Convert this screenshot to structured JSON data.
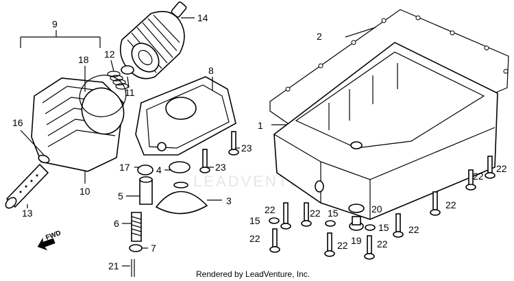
{
  "callouts": [
    {
      "id": "c1",
      "label": "1"
    },
    {
      "id": "c2",
      "label": "2"
    },
    {
      "id": "c3",
      "label": "3"
    },
    {
      "id": "c4",
      "label": "4"
    },
    {
      "id": "c5",
      "label": "5"
    },
    {
      "id": "c6",
      "label": "6"
    },
    {
      "id": "c7",
      "label": "7"
    },
    {
      "id": "c8",
      "label": "8"
    },
    {
      "id": "c9",
      "label": "9"
    },
    {
      "id": "c10",
      "label": "10"
    },
    {
      "id": "c11",
      "label": "11"
    },
    {
      "id": "c12",
      "label": "12"
    },
    {
      "id": "c13",
      "label": "13"
    },
    {
      "id": "c14",
      "label": "14"
    },
    {
      "id": "c15a",
      "label": "15"
    },
    {
      "id": "c15b",
      "label": "15"
    },
    {
      "id": "c15c",
      "label": "15"
    },
    {
      "id": "c16",
      "label": "16"
    },
    {
      "id": "c17",
      "label": "17"
    },
    {
      "id": "c18",
      "label": "18"
    },
    {
      "id": "c19",
      "label": "19"
    },
    {
      "id": "c20",
      "label": "20"
    },
    {
      "id": "c21",
      "label": "21"
    },
    {
      "id": "c22a",
      "label": "22"
    },
    {
      "id": "c22b",
      "label": "22"
    },
    {
      "id": "c22c",
      "label": "22"
    },
    {
      "id": "c22d",
      "label": "22"
    },
    {
      "id": "c22e",
      "label": "22"
    },
    {
      "id": "c22f",
      "label": "22"
    },
    {
      "id": "c22g",
      "label": "22"
    },
    {
      "id": "c22h",
      "label": "22"
    },
    {
      "id": "c23a",
      "label": "23"
    },
    {
      "id": "c23b",
      "label": "23"
    }
  ],
  "fwd_label": "FWD",
  "footer": "Rendered by LeadVenture, Inc.",
  "watermark": "LEADVENTURE"
}
